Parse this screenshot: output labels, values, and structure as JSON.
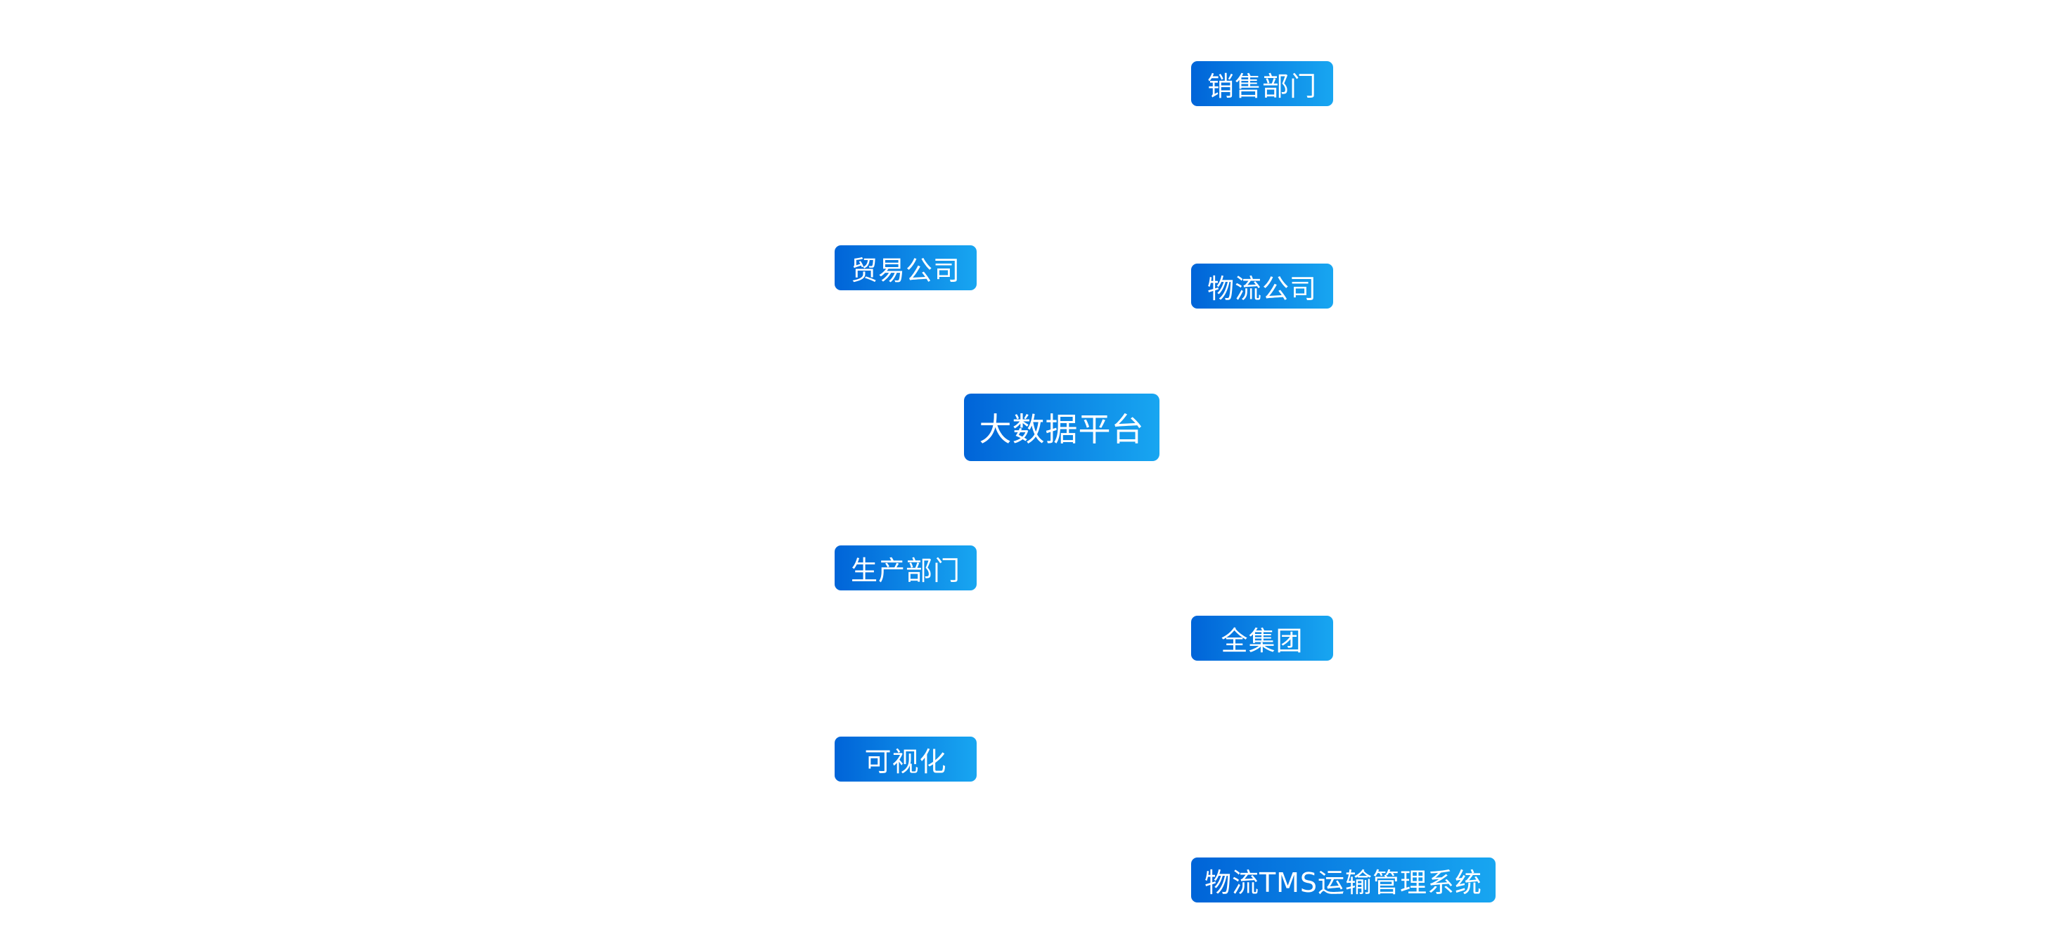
{
  "diagram": {
    "root": {
      "label": "大数据平台"
    },
    "left_nodes": [
      {
        "label": "贸易公司"
      },
      {
        "label": "生产部门"
      },
      {
        "label": "可视化"
      }
    ],
    "right_nodes": [
      {
        "label": "销售部门"
      },
      {
        "label": "物流公司"
      },
      {
        "label": "全集团"
      },
      {
        "label": "物流TMS运输管理系统"
      }
    ],
    "colors": {
      "node_gradient_start": "#0064d8",
      "node_gradient_end": "#18a6f1",
      "node_text": "#ffffff",
      "background": "#ffffff"
    }
  }
}
